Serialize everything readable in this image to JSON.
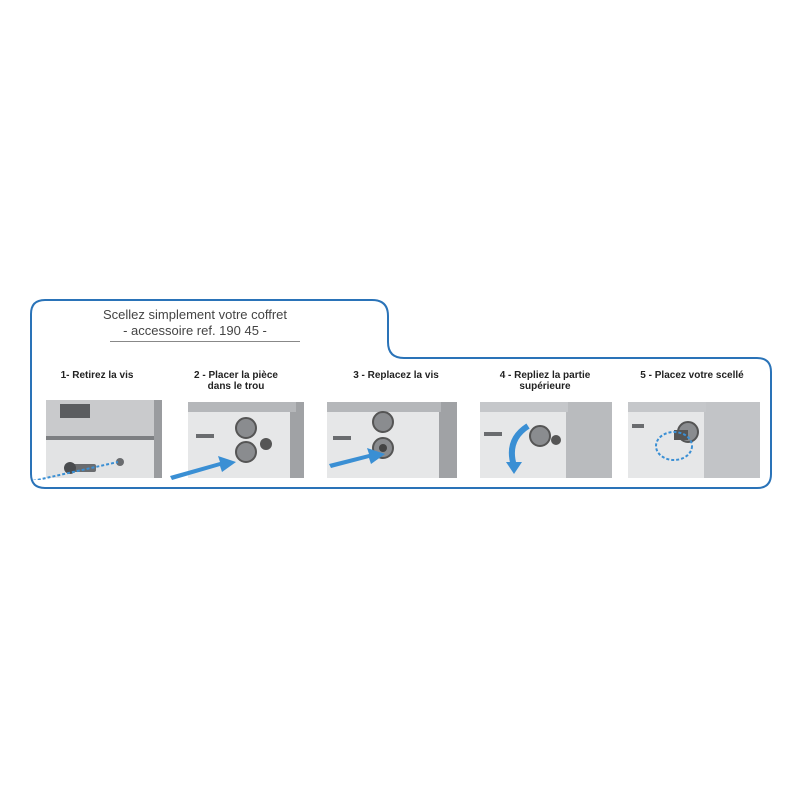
{
  "title": {
    "line1": "Scellez simplement votre coffret",
    "line2": "- accessoire ref. 190 45 -"
  },
  "steps": [
    {
      "label": "1- Retirez la vis",
      "icon": "screw-removal-icon"
    },
    {
      "label_line1": "2 - Placer la pièce",
      "label_line2": "dans le trou",
      "icon": "insert-part-icon"
    },
    {
      "label": "3 - Replacez la vis",
      "icon": "replace-screw-icon"
    },
    {
      "label_line1": "4 - Repliez la partie",
      "label_line2": "supérieure",
      "icon": "fold-part-icon"
    },
    {
      "label": "5 - Placez votre scellé",
      "icon": "seal-icon"
    }
  ],
  "colors": {
    "frame": "#2a73b8",
    "arrow": "#3a8fd4",
    "box": "#d9dadc",
    "box_dark": "#8a8c8f"
  }
}
